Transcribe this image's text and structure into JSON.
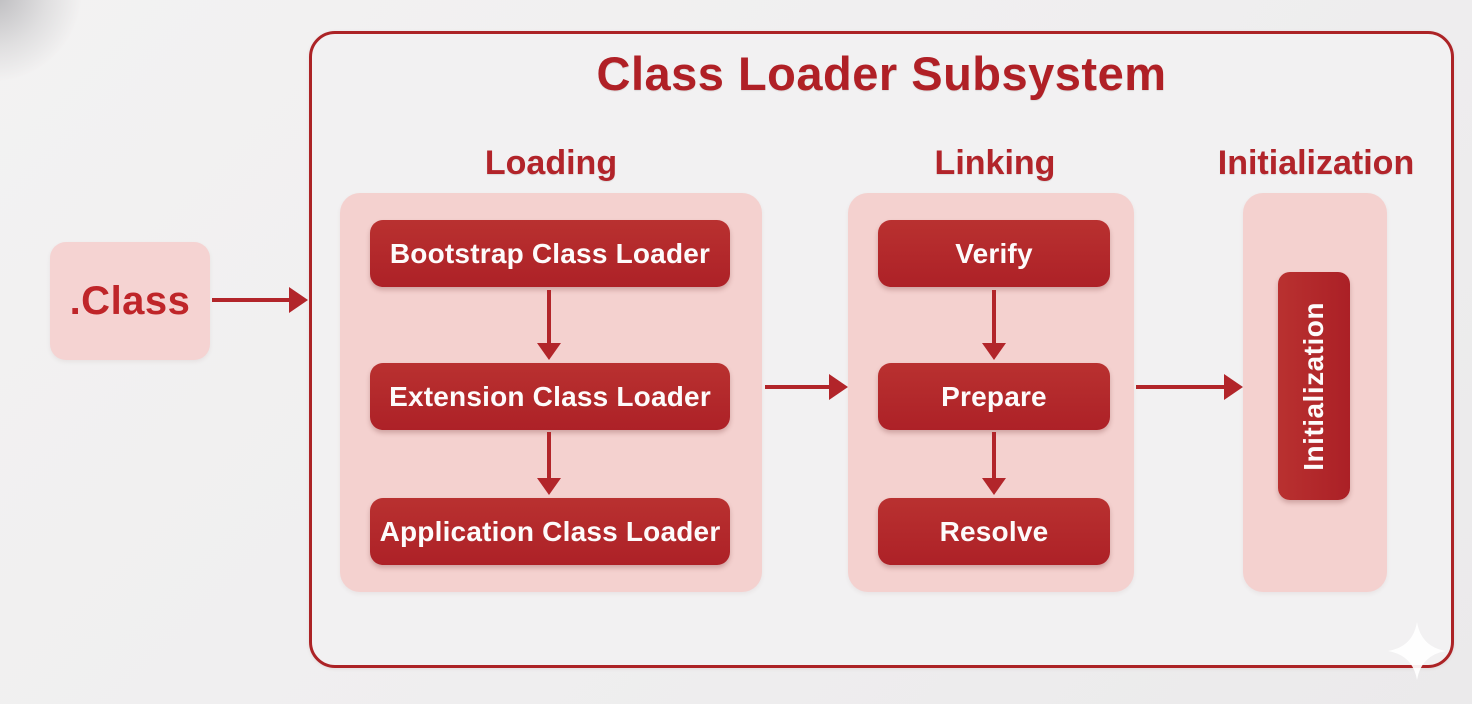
{
  "diagram": {
    "title": "Class Loader Subsystem",
    "input_node": {
      "label": ".Class"
    },
    "sections": [
      {
        "header": "Loading",
        "nodes": [
          "Bootstrap Class Loader",
          "Extension Class Loader",
          "Application Class Loader"
        ]
      },
      {
        "header": "Linking",
        "nodes": [
          "Verify",
          "Prepare",
          "Resolve"
        ]
      },
      {
        "header": "Initialization",
        "nodes": [
          "Initialization"
        ]
      }
    ],
    "flow": [
      ".Class -> Class Loader Subsystem",
      "Bootstrap Class Loader -> Extension Class Loader -> Application Class Loader",
      "Loading -> Linking",
      "Verify -> Prepare -> Resolve",
      "Linking -> Initialization"
    ],
    "colors": {
      "page_background": "#efeeef",
      "panel_pink": "#f4d1cf",
      "node_red": "#b0262b",
      "accent_red": "#b2242a",
      "border_red": "#ac2326",
      "node_text": "#ffffff"
    },
    "icons": {
      "sparkle": "four-pointed-star-watermark"
    }
  }
}
